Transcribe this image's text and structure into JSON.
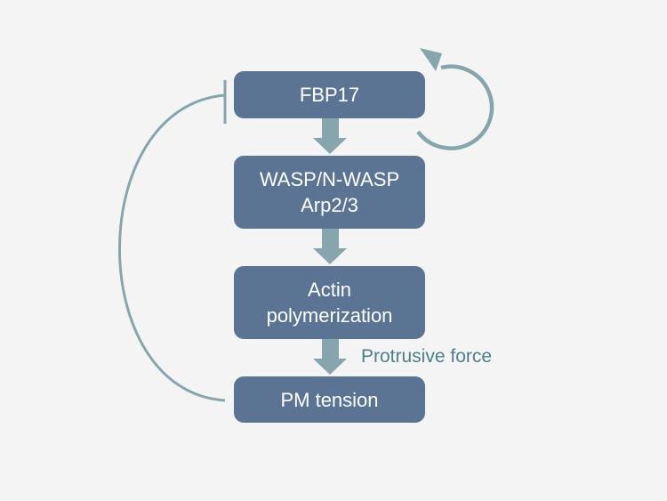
{
  "nodes": [
    {
      "id": "fbp17",
      "lines": [
        "FBP17"
      ]
    },
    {
      "id": "wasp",
      "lines": [
        "WASP/N-WASP",
        "Arp2/3"
      ]
    },
    {
      "id": "actin",
      "lines": [
        "Actin",
        "polymerization"
      ]
    },
    {
      "id": "pm",
      "lines": [
        "PM tension"
      ]
    }
  ],
  "edges": [
    {
      "from": "fbp17",
      "to": "wasp",
      "type": "activation"
    },
    {
      "from": "wasp",
      "to": "actin",
      "type": "activation"
    },
    {
      "from": "actin",
      "to": "pm",
      "type": "activation",
      "label": "Protrusive force"
    },
    {
      "from": "pm",
      "to": "fbp17",
      "type": "inhibition"
    },
    {
      "from": "fbp17",
      "to": "fbp17",
      "type": "self-activation"
    }
  ],
  "labels": {
    "protrusive_force": "Protrusive force"
  },
  "colors": {
    "node": "#5b7493",
    "arrow": "#87a5ad",
    "label": "#4e7f8a",
    "background": "#f4f4f4"
  }
}
